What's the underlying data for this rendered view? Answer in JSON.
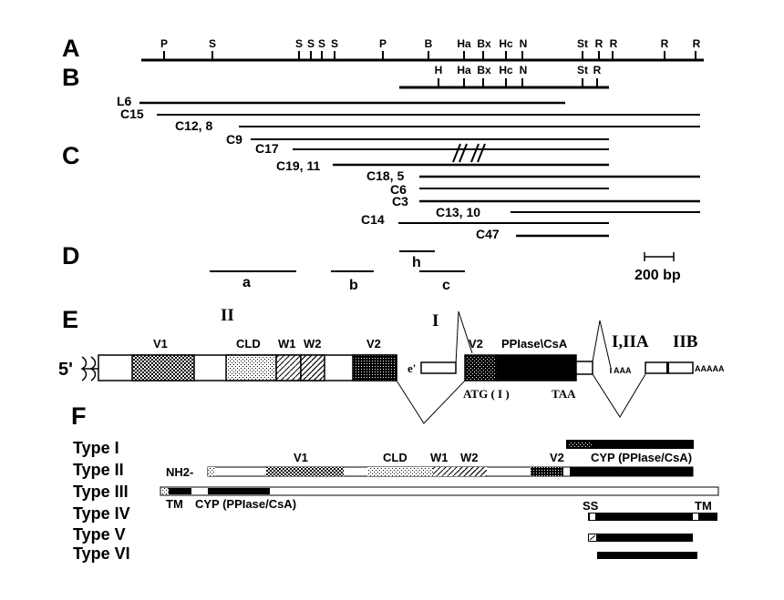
{
  "panels": {
    "a": "A",
    "b": "B",
    "c": "C",
    "d": "D",
    "e": "E",
    "f": "F"
  },
  "map_a": [
    {
      "label": "P"
    },
    {
      "label": "S"
    },
    {
      "label": "S"
    },
    {
      "label": "S"
    },
    {
      "label": "S"
    },
    {
      "label": "S"
    },
    {
      "label": "P"
    },
    {
      "label": "B"
    },
    {
      "label": "Ha"
    },
    {
      "label": "Bx"
    },
    {
      "label": "Hc"
    },
    {
      "label": "N"
    },
    {
      "label": "St"
    },
    {
      "label": "R"
    },
    {
      "label": "R"
    },
    {
      "label": "R"
    },
    {
      "label": "R"
    }
  ],
  "map_b": [
    {
      "label": "H"
    },
    {
      "label": "Ha"
    },
    {
      "label": "Bx"
    },
    {
      "label": "Hc"
    },
    {
      "label": "N"
    },
    {
      "label": "St"
    },
    {
      "label": "R"
    }
  ],
  "clones": [
    {
      "label": "L6"
    },
    {
      "label": "C15"
    },
    {
      "label": "C12, 8"
    },
    {
      "label": "C9"
    },
    {
      "label": "C17"
    },
    {
      "label": "C19, 11"
    },
    {
      "label": "C18, 5"
    },
    {
      "label": "C6"
    },
    {
      "label": "C3"
    },
    {
      "label": "C13, 10"
    },
    {
      "label": "C14"
    },
    {
      "label": "C47"
    }
  ],
  "probes": {
    "a": "a",
    "b": "b",
    "c": "c",
    "h": "h",
    "scale": "200 bp"
  },
  "exon_labels": {
    "five_prime": "5'",
    "v1": "V1",
    "cld": "CLD",
    "w1": "W1",
    "w2": "W2",
    "v2": "V2",
    "ii": "II",
    "i": "I",
    "e_prime": "e'",
    "v2b": "V2",
    "ppiase": "PPIase\\CsA",
    "atg": "ATG ( I )",
    "taa": "TAA",
    "i_iia": "I,IIA",
    "iib": "IIB",
    "polya1": "AAA",
    "polya2": "AAAAA"
  },
  "types": [
    "Type  I",
    "Type  II",
    "Type  III",
    "Type  IV",
    "Type  V",
    "Type  VI"
  ],
  "protein_labels": {
    "nh2": "NH2-",
    "v1": "V1",
    "cld": "CLD",
    "w1": "W1",
    "w2": "W2",
    "v2": "V2",
    "cyp_top": "CYP (PPIase/CsA)",
    "tm": "TM",
    "cyp_bottom": "CYP (PPIase/CsA)",
    "ss": "SS",
    "tm_right": "TM"
  }
}
